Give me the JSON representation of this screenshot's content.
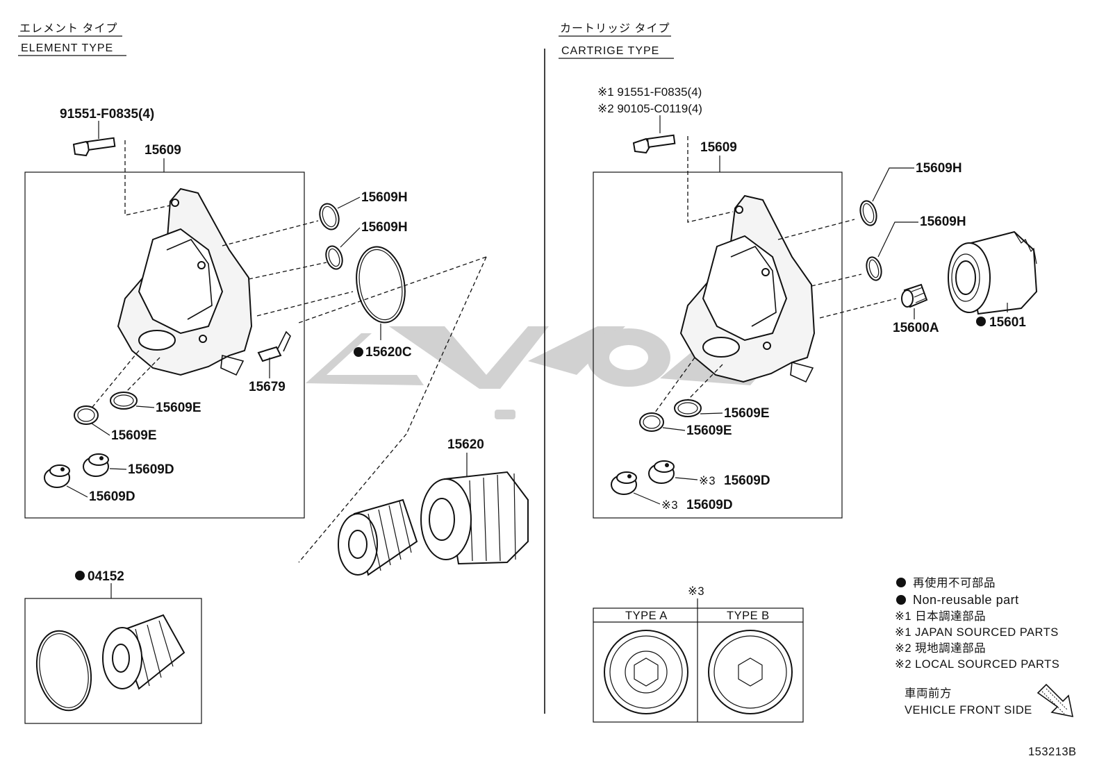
{
  "left_section": {
    "title_jp": "エレメント タイプ",
    "title_en": "ELEMENT TYPE",
    "labels": {
      "bolt": "91551-F0835(4)",
      "housing": "15609",
      "o_ring_h1": "15609H",
      "o_ring_h2": "15609H",
      "big_o_ring": "15620C",
      "clip": "15679",
      "o_ring_e1": "15609E",
      "o_ring_e2": "15609E",
      "plug_d1": "15609D",
      "plug_d2": "15609D",
      "cap_assy": "15620",
      "element_kit": "04152"
    }
  },
  "right_section": {
    "title_jp": "カートリッジ タイプ",
    "title_en": "CARTRIGE TYPE",
    "labels": {
      "bolt_1": "※1 91551-F0835(4)",
      "bolt_2": "※2 90105-C0119(4)",
      "housing": "15609",
      "o_ring_h1": "15609H",
      "o_ring_h2": "15609H",
      "union": "15600A",
      "cartridge": "15601",
      "o_ring_e1": "15609E",
      "o_ring_e2": "15609E",
      "plug_d1_prefix": "※3",
      "plug_d1": "15609D",
      "plug_d2_prefix": "※3",
      "plug_d2": "15609D"
    },
    "type_table": {
      "note": "※3",
      "type_a": "TYPE A",
      "type_b": "TYPE B"
    }
  },
  "legend": {
    "non_reusable_jp": "再使用不可部品",
    "non_reusable_en": "Non-reusable part",
    "japan_jp": "※1 日本調達部品",
    "japan_en": "※1 JAPAN SOURCED PARTS",
    "local_jp": "※2 現地調達部品",
    "local_en": "※2 LOCAL SOURCED PARTS"
  },
  "direction": {
    "jp": "車両前方",
    "en": "VEHICLE FRONT SIDE"
  },
  "figure_id": "153213B"
}
